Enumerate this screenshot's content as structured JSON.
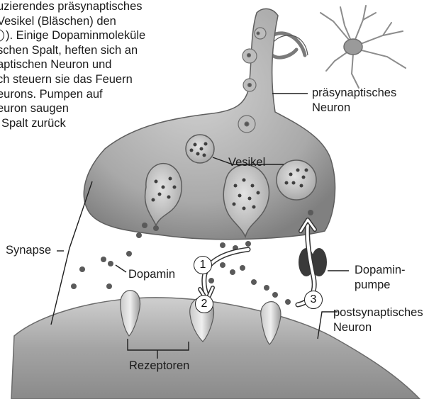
{
  "intro_text": {
    "lines": [
      "uzierendes präsynaptisches",
      "Vesikel (Bläschen) den",
      "). Einige Dopaminmoleküle",
      "schen Spalt, heften sich an",
      "aptischen Neuron und",
      "ch steuern sie das Feuern",
      "eurons. Pumpen auf",
      "euron saugen",
      "Spalt zurück"
    ]
  },
  "labels": {
    "presynaptic_neuron": [
      "präsynaptisches",
      "Neuron"
    ],
    "vesicle": "Vesikel",
    "synapse": "Synapse",
    "dopamine": "Dopamin",
    "dopamine_pump": [
      "Dopamin-",
      "pumpe"
    ],
    "postsynaptic_neuron": [
      "postsynaptisches",
      "Neuron"
    ],
    "receptors": "Rezeptoren"
  },
  "step_markers": [
    "1",
    "2",
    "3"
  ],
  "colors": {
    "neuron_fill": "#b9b9b9",
    "neuron_dark": "#7d7d7d",
    "vesicle_fill": "#d4d4d4",
    "dopamine_dot": "#4a4a4a",
    "pump": "#3a3a3a",
    "line": "#1e1e1e"
  }
}
